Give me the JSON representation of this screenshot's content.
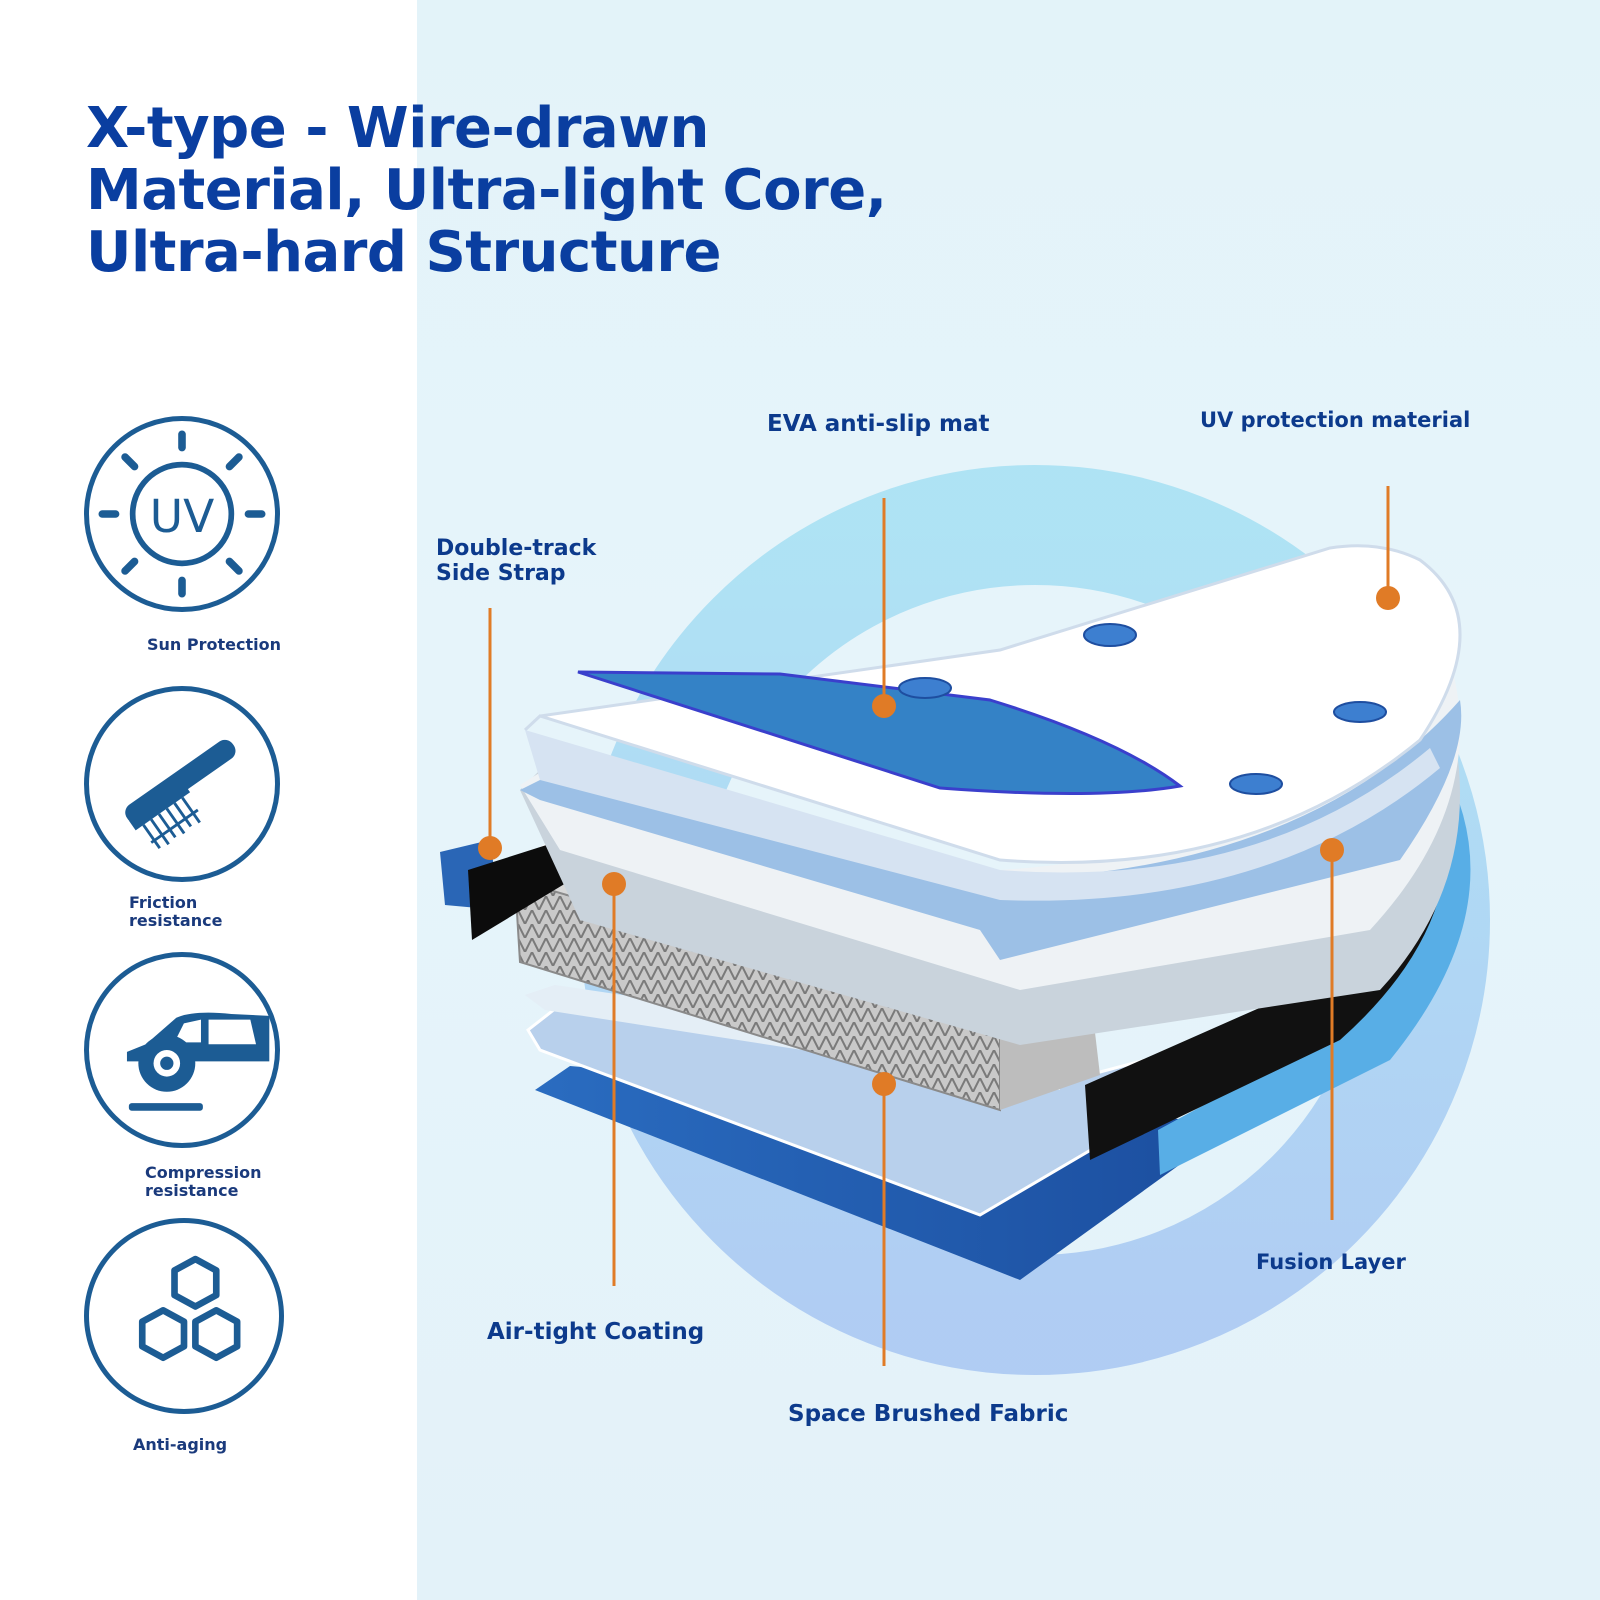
{
  "title": "X-type - Wire-drawn\nMaterial, Ultra-light Core,\nUltra-hard Structure",
  "features": [
    {
      "label": "Sun Protection",
      "icon": "uv-sun-icon"
    },
    {
      "label": "Friction\nresistance",
      "icon": "brush-icon"
    },
    {
      "label": "Compression\nresistance",
      "icon": "car-icon"
    },
    {
      "label": "Anti-aging",
      "icon": "hexagon-icon"
    }
  ],
  "uv_icon_text": "UV",
  "callouts": {
    "eva": "EVA anti-slip mat",
    "uv": "UV protection material",
    "strap": "Double-track\nSide Strap",
    "fusion": "Fusion Layer",
    "airtight": "Air-tight Coating",
    "fabric": "Space Brushed Fabric"
  },
  "colors": {
    "title": "#0a3ea0",
    "icon_stroke": "#1c5c94",
    "callout_line": "#e07b26",
    "board_blue": "#2f7fc4"
  }
}
